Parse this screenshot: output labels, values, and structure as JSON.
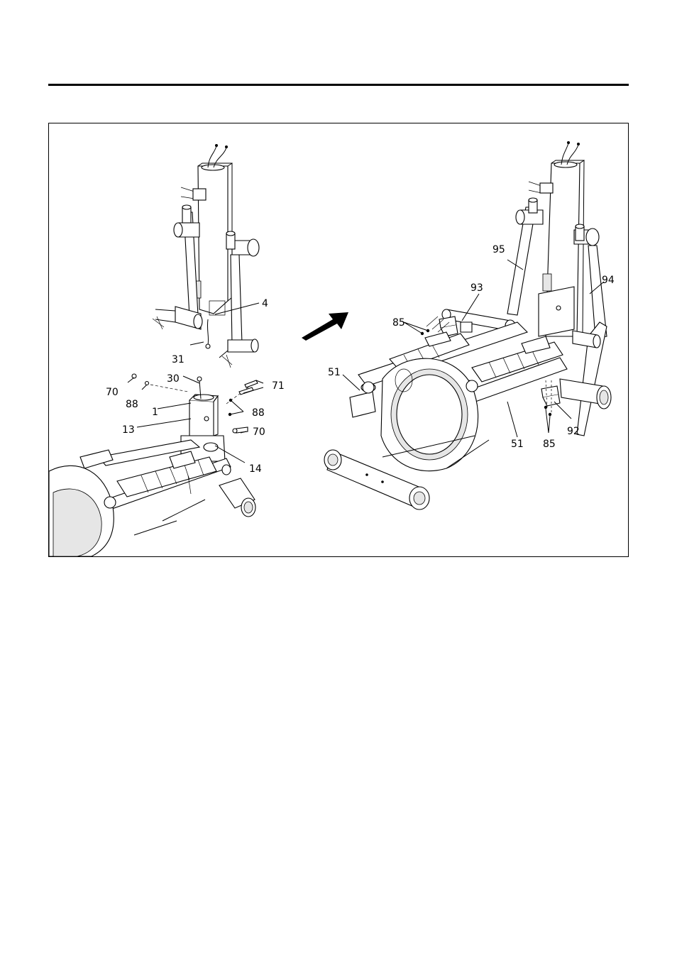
{
  "left_labels": {
    "p4": "4",
    "p31": "31",
    "p30": "30",
    "p70a": "70",
    "p88a": "88",
    "p1": "1",
    "p71": "71",
    "p88b": "88",
    "p13": "13",
    "p70b": "70",
    "p14": "14"
  },
  "right_labels": {
    "p95": "95",
    "p93": "93",
    "p94": "94",
    "p85a": "85",
    "p51a": "51",
    "p51b": "51",
    "p92": "92",
    "p85b": "85"
  },
  "icons": {
    "arrow": "arrow-right-icon"
  }
}
